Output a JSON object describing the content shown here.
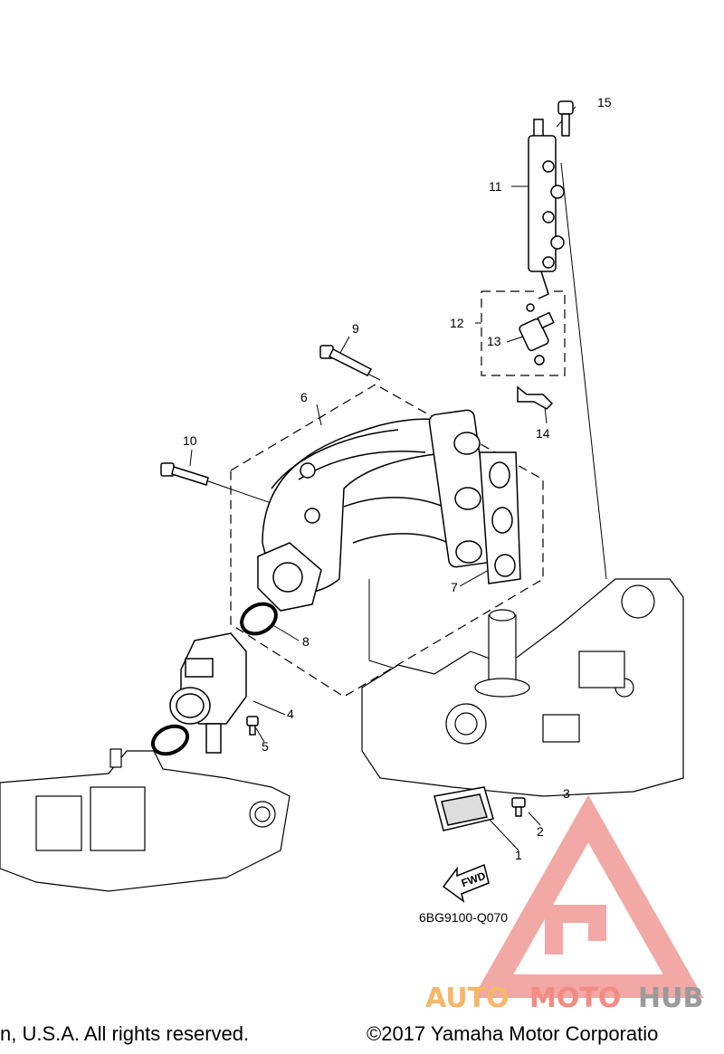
{
  "callouts": [
    {
      "label": "1"
    },
    {
      "label": "2"
    },
    {
      "label": "3"
    },
    {
      "label": "4"
    },
    {
      "label": "5"
    },
    {
      "label": "6"
    },
    {
      "label": "7"
    },
    {
      "label": "8"
    },
    {
      "label": "9"
    },
    {
      "label": "10"
    },
    {
      "label": "11"
    },
    {
      "label": "12"
    },
    {
      "label": "13"
    },
    {
      "label": "14"
    },
    {
      "label": "15"
    }
  ],
  "fwd_label": "FWD",
  "diagram_code": "6BG9100-Q070",
  "footer": {
    "left_text": "n, U.S.A. All rights reserved.",
    "right_text": "©2017 Yamaha Motor Corporatio"
  },
  "watermark": {
    "auto": "AUTO",
    "moto": "MOTO",
    "hub": "HUB",
    "auto_color": "#f5b76a",
    "moto_color": "#f28b82",
    "hub_color": "#9a9a9a",
    "logo_color": "#ee8c86"
  }
}
